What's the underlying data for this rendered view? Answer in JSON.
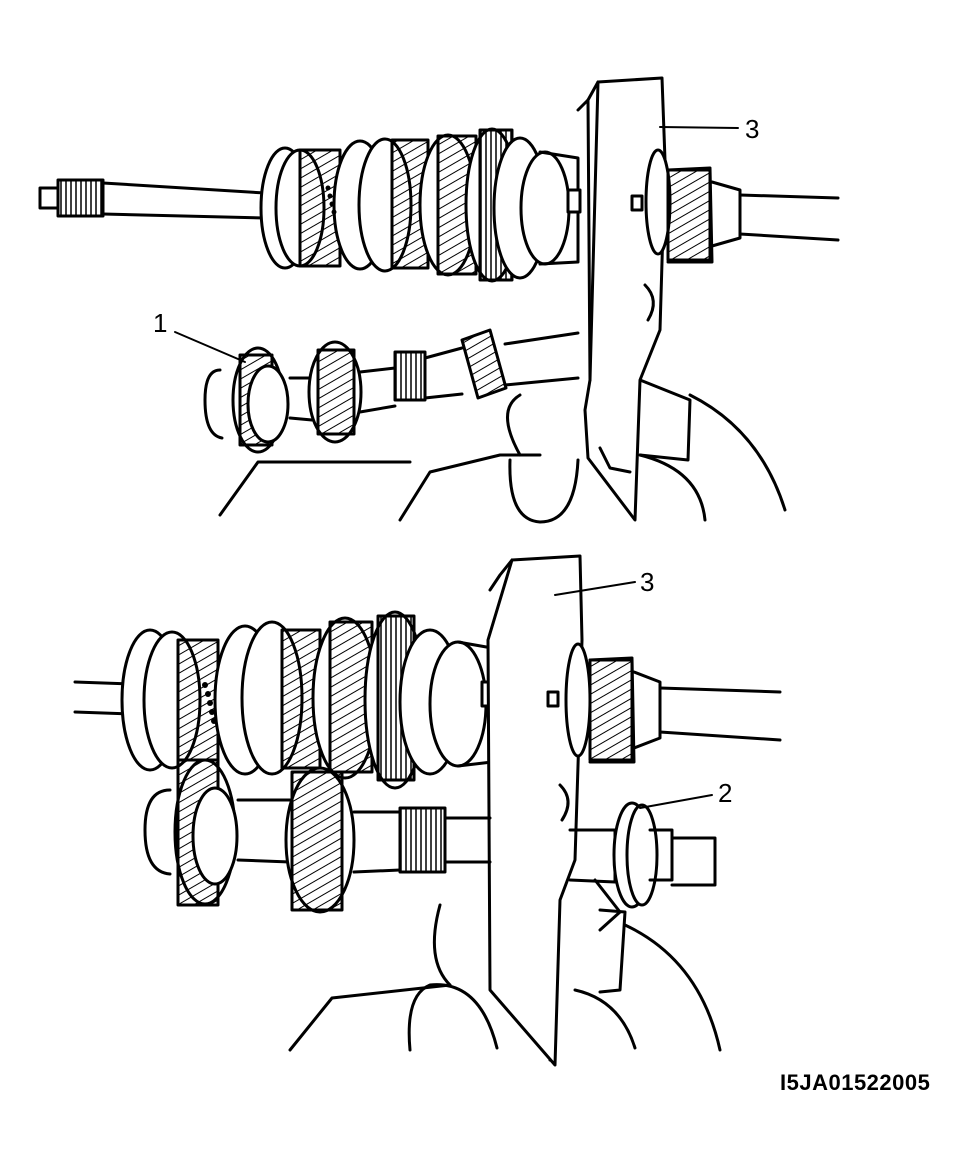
{
  "figure": {
    "id": "I5JA01522005",
    "top_view": {
      "callouts": [
        {
          "key": "1",
          "label": "1"
        },
        {
          "key": "3",
          "label": "3"
        }
      ]
    },
    "bottom_view": {
      "callouts": [
        {
          "key": "3",
          "label": "3"
        },
        {
          "key": "2",
          "label": "2"
        }
      ]
    }
  },
  "colors": {
    "ink": "#000000",
    "paper": "#ffffff"
  }
}
